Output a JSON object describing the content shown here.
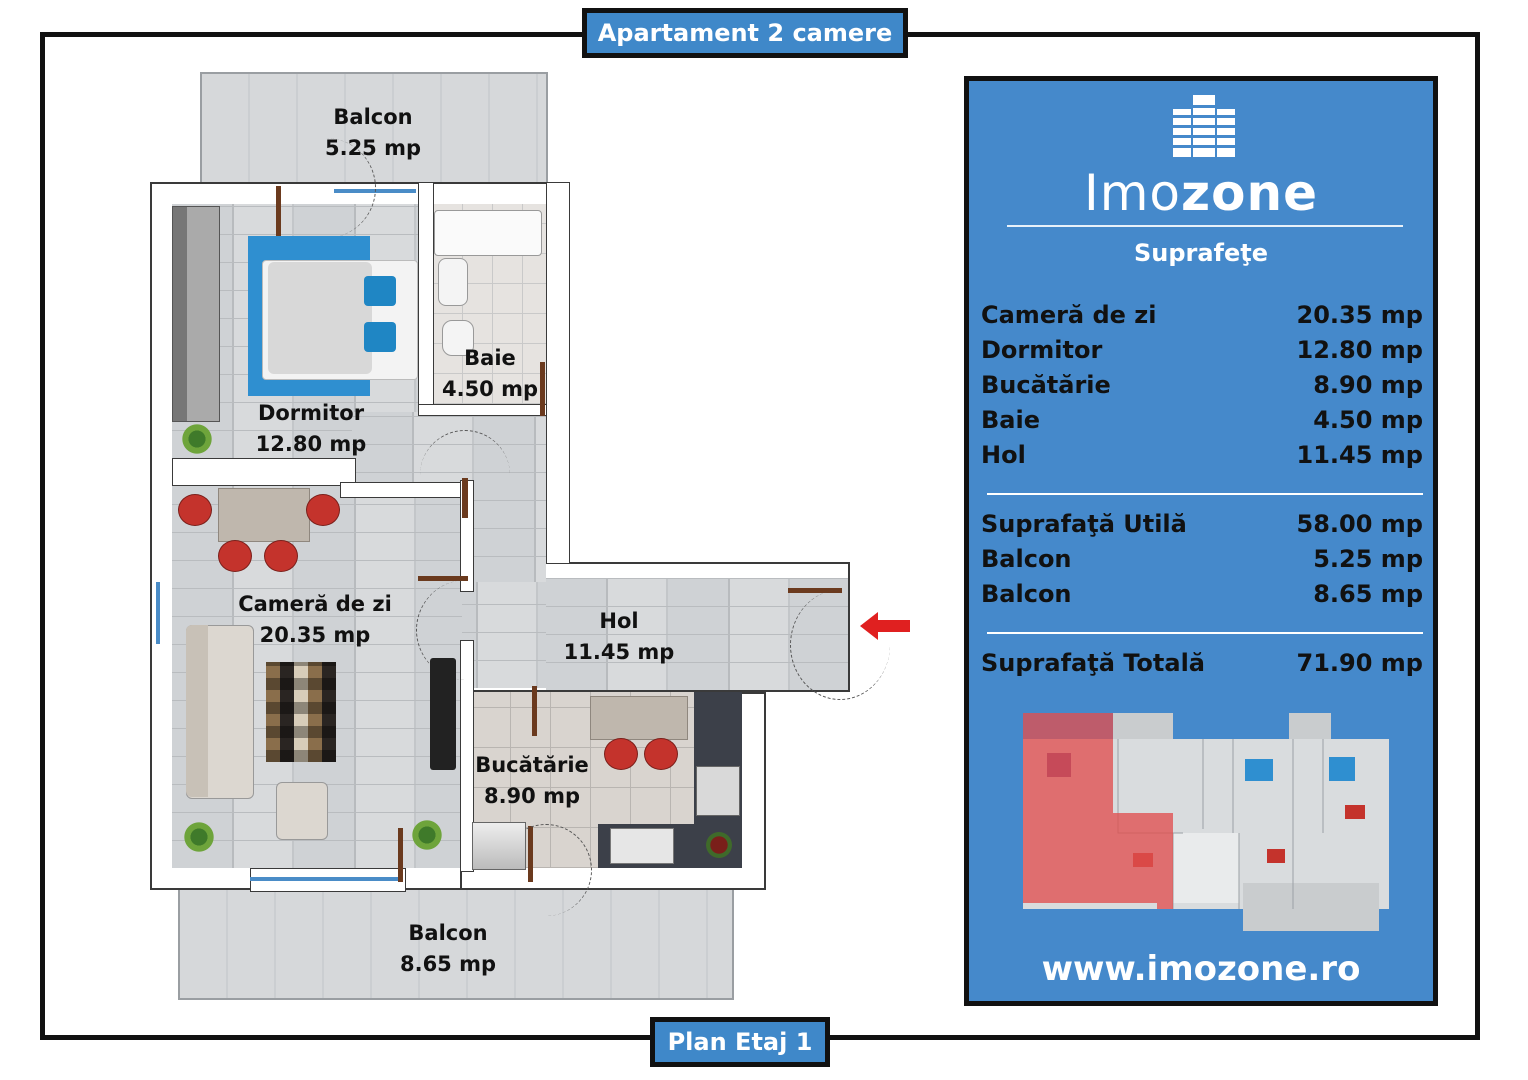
{
  "header": {
    "title": "Apartament 2 camere"
  },
  "footer": {
    "plan": "Plan Etaj 1"
  },
  "rooms": [
    {
      "name": "Balcon",
      "area": "5.25 mp"
    },
    {
      "name": "Baie",
      "area": "4.50 mp"
    },
    {
      "name": "Dormitor",
      "area": "12.80 mp"
    },
    {
      "name": "Cameră de zi",
      "area": "20.35 mp"
    },
    {
      "name": "Hol",
      "area": "11.45 mp"
    },
    {
      "name": "Bucătărie",
      "area": "8.90 mp"
    },
    {
      "name": "Balcon",
      "area": "8.65 mp"
    }
  ],
  "panel": {
    "brand_light": "Imo",
    "brand_bold": "zone",
    "title": "Suprafeţe",
    "rows": [
      {
        "label": "Cameră de zi",
        "value": "20.35 mp"
      },
      {
        "label": "Dormitor",
        "value": "12.80 mp"
      },
      {
        "label": "Bucătărie",
        "value": "8.90 mp"
      },
      {
        "label": "Baie",
        "value": "4.50 mp"
      },
      {
        "label": "Hol",
        "value": "11.45 mp"
      }
    ],
    "rows_mid": [
      {
        "label": "Suprafaţă Utilă",
        "value": "58.00 mp"
      },
      {
        "label": "Balcon",
        "value": "5.25 mp"
      },
      {
        "label": "Balcon",
        "value": "8.65 mp"
      }
    ],
    "total": {
      "label": "Suprafaţă Totală",
      "value": "71.90 mp"
    },
    "website": "www.imozone.ro"
  },
  "colors": {
    "panel_bg": "#4589cb",
    "tag_bg": "#3f88c9",
    "highlight": "#e05050",
    "arrow": "#e02020"
  },
  "icons": [
    "building-logo-icon",
    "entrance-arrow-icon"
  ]
}
